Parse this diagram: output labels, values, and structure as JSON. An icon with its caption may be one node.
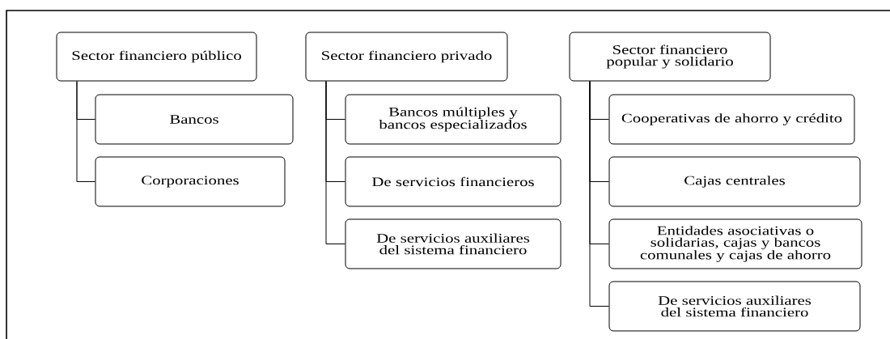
{
  "diagram": {
    "nodes": [
      {
        "text": [
          "Sector financiero público"
        ]
      },
      {
        "text": [
          "Bancos"
        ]
      },
      {
        "text": [
          "Corporaciones"
        ]
      },
      {
        "text": [
          "Sector financiero privado"
        ]
      },
      {
        "text": [
          "Bancos múltiples y bancos especializados"
        ]
      },
      {
        "text": [
          "De servicios financieros"
        ]
      },
      {
        "text": [
          "De servicios auxiliares del sistema financiero"
        ]
      },
      {
        "text": [
          "Sector financiero popular y solidario"
        ]
      },
      {
        "text": [
          "Cooperativas de ahorro y crédito"
        ]
      },
      {
        "text": [
          "Cajas centrales"
        ]
      },
      {
        "text": [
          "Entidades asociativas o solidarias, cajas y bancos comunales y cajas de ahorro"
        ]
      },
      {
        "text": [
          "De servicios auxiliares del sistema financiero"
        ]
      }
    ],
    "edges": [
      {
        "from": 0,
        "to": 1,
        "arrow": "none"
      },
      {
        "from": 0,
        "to": 2,
        "arrow": "none"
      },
      {
        "from": 3,
        "to": 4,
        "arrow": "none"
      },
      {
        "from": 3,
        "to": 5,
        "arrow": "none"
      },
      {
        "from": 3,
        "to": 6,
        "arrow": "none"
      },
      {
        "from": 7,
        "to": 8,
        "arrow": "none"
      },
      {
        "from": 7,
        "to": 9,
        "arrow": "none"
      },
      {
        "from": 7,
        "to": 10,
        "arrow": "none"
      },
      {
        "from": 7,
        "to": 11,
        "arrow": "none"
      }
    ]
  }
}
